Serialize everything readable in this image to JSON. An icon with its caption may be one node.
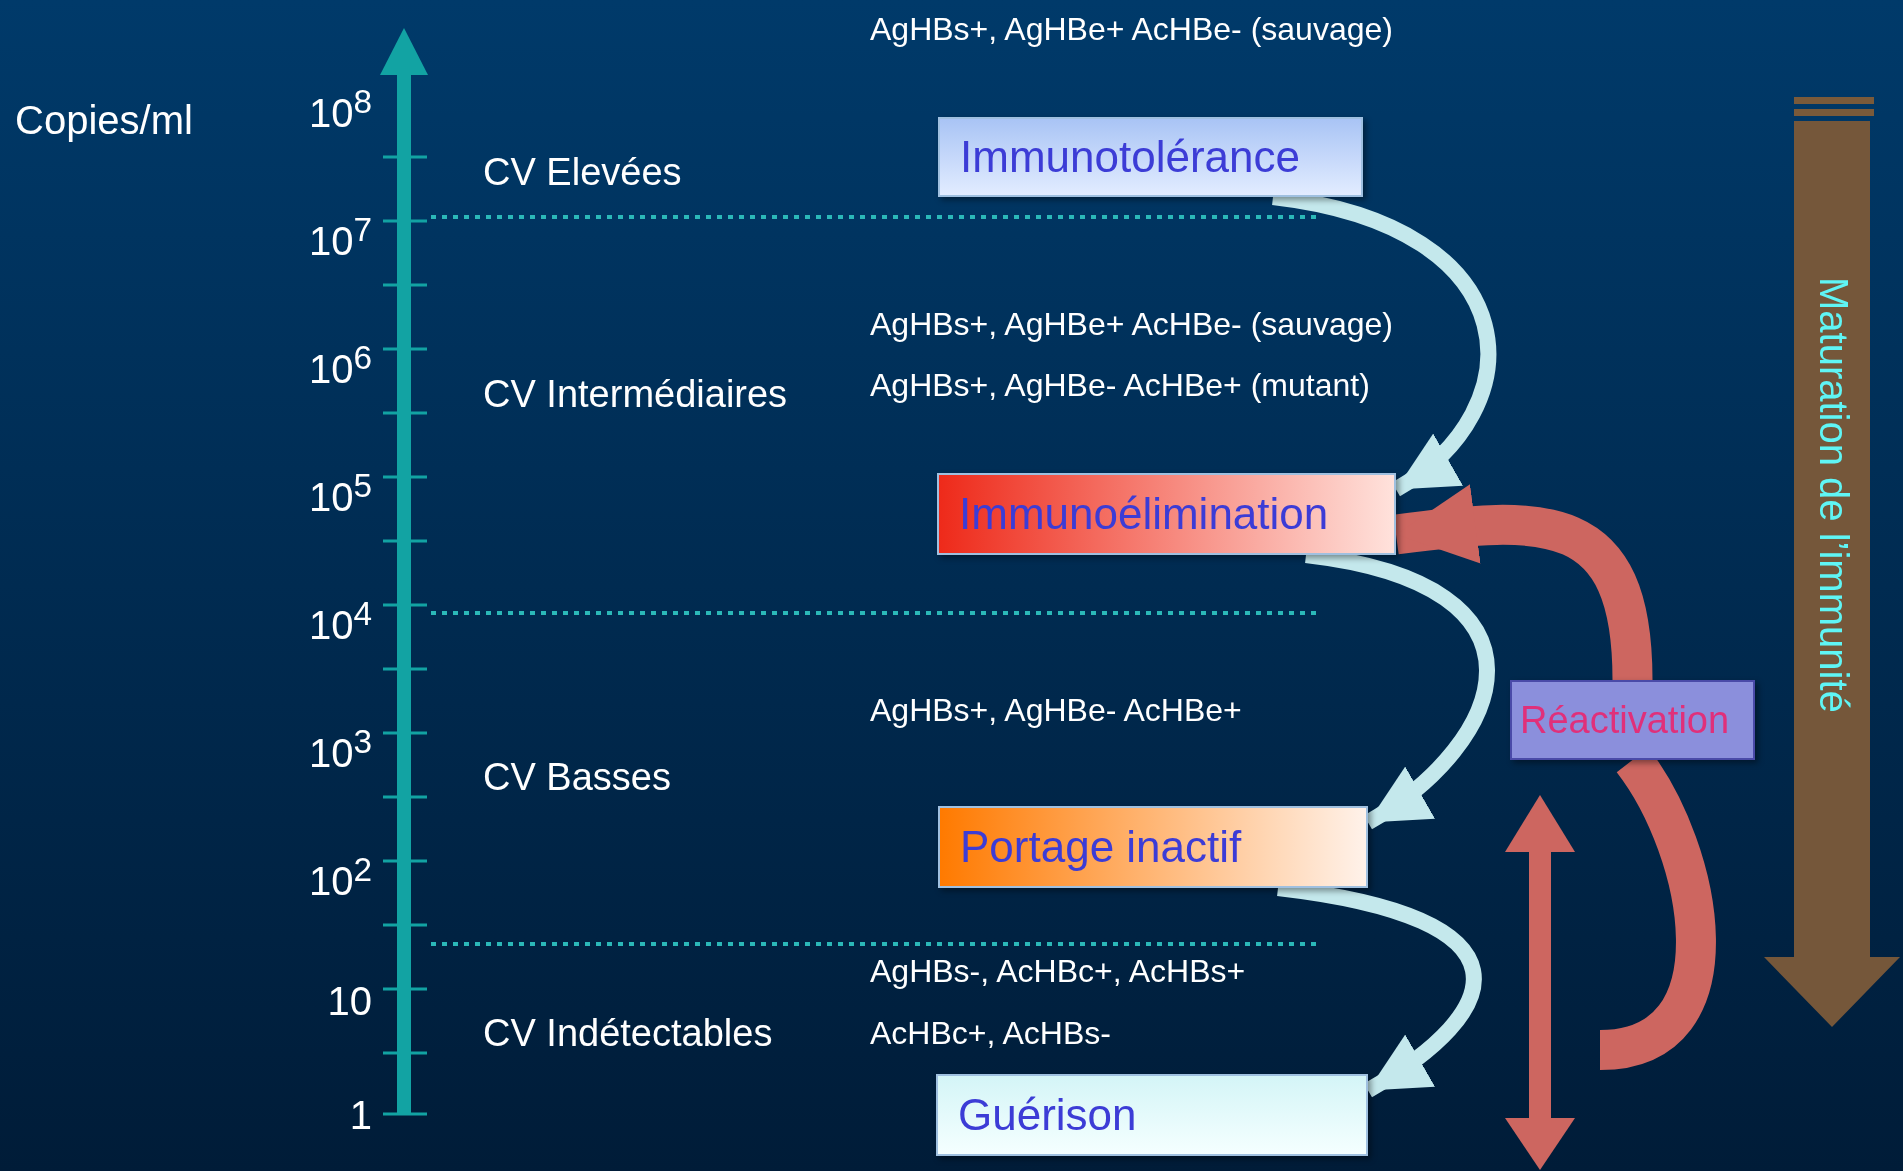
{
  "diagram": {
    "nodes": [
      {
        "text": [
          "Immunotolérance"
        ]
      },
      {
        "text": [
          "Immunoélimination"
        ]
      },
      {
        "text": [
          "Portage inactif"
        ]
      },
      {
        "text": [
          "Guérison"
        ]
      },
      {
        "text": [
          "Réactivation"
        ]
      },
      {
        "text": [
          "Maturation de l’immunité"
        ]
      }
    ],
    "edges": [
      {
        "from": 0,
        "to": 1,
        "arrow": "to"
      },
      {
        "from": 1,
        "to": 2,
        "arrow": "to"
      },
      {
        "from": 2,
        "to": 3,
        "arrow": "to"
      },
      {
        "from": 4,
        "to": 1,
        "arrow": "to",
        "style": "thick",
        "color": "#cd6660"
      },
      {
        "from": null,
        "to": 4,
        "arrow": "none",
        "style": "thick",
        "color": "#cd6660"
      }
    ],
    "labels": [
      "AgHBs+, AgHBe+ AcHBe- (sauvage)",
      "Copies/ml",
      "10$^{8}$",
      "CV Elevées",
      "10$^{7}$",
      "AgHBs+, AgHBe+ AcHBe- (sauvage)",
      "10$^{6}$",
      "AgHBs+, AgHBe- AcHBe+ (mutant)",
      "CV Intermédiaires",
      "10$^{5}$",
      "10$^{4}$",
      "AgHBs+, AgHBe- AcHBe+",
      "10$^{3}$",
      "CV Basses",
      "10$^{2}$",
      "AgHBs-, AcHBc+, AcHBs+",
      "10",
      "CV Indétectables",
      "AcHBc+, AcHBs-",
      "1"
    ]
  }
}
